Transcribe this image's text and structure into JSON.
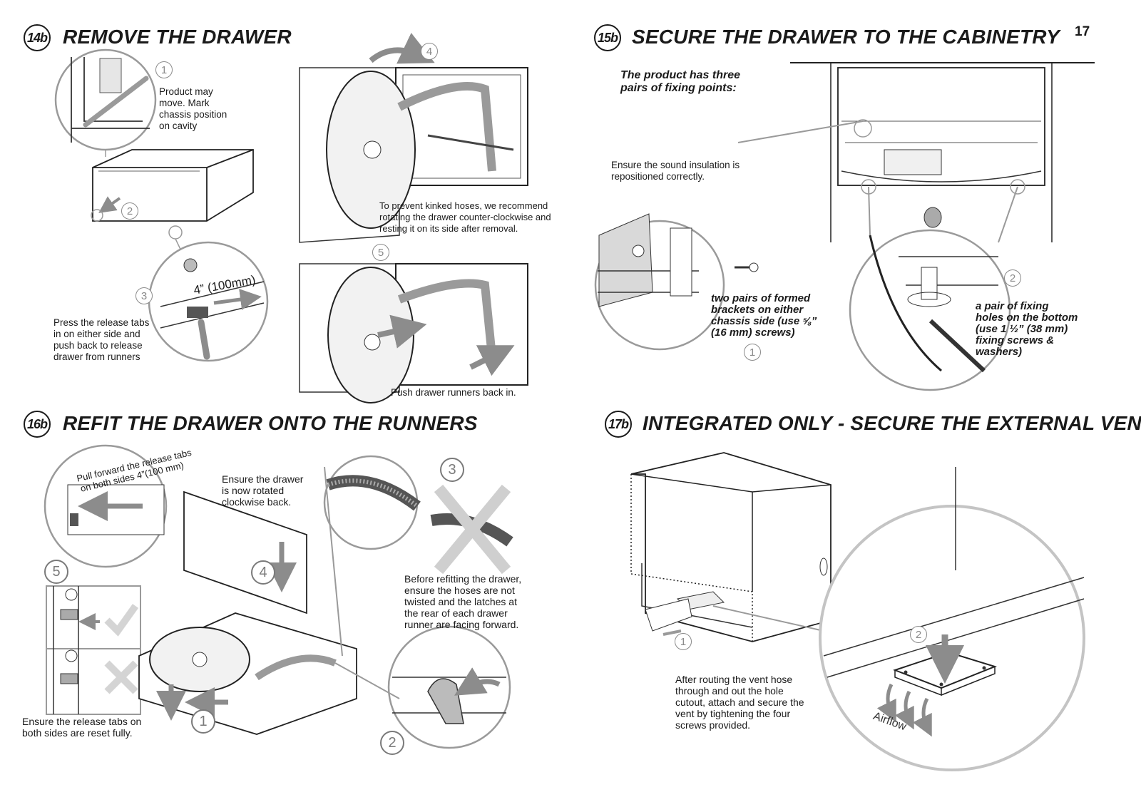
{
  "page_number": "17",
  "sections": {
    "s14": {
      "badge": "14b",
      "title": "REMOVE THE DRAWER",
      "note_move": "Product may\nmove. Mark\nchassis position\non cavity",
      "note_release": "Press the release tabs\nin on either side and\npush back to release\ndrawer from runners",
      "dimension": "4” (100mm)",
      "note_rotate": "To prevent kinked hoses, we recommend\nrotating the drawer counter-clockwise and\nresting it on its side after removal.",
      "note_push": "Push drawer runners back in.",
      "steps": [
        "1",
        "2",
        "3",
        "4",
        "5"
      ]
    },
    "s15": {
      "badge": "15b",
      "title": "SECURE THE DRAWER TO THE CABINETRY",
      "intro": "The product has three\npairs of fixing points:",
      "note_insulation": "Ensure the sound insulation is\nrepositioned correctly.",
      "note_brackets": "two pairs of formed\nbrackets on either\nchassis side (use ⅝”\n(16 mm) screws)",
      "note_holes": "a pair of fixing\nholes on the bottom\n(use 1 ½” (38 mm)\nfixing screws &\nwashers)",
      "steps": [
        "1",
        "2"
      ]
    },
    "s16": {
      "badge": "16b",
      "title": "REFIT THE DRAWER ONTO THE RUNNERS",
      "note_pull_line1": "Pull forward the release tabs",
      "note_pull_line2": "on both sides 4”(100 mm)",
      "note_rotated": "Ensure the drawer\nis now rotated\nclockwise back.",
      "note_hoses": "Before refitting the drawer,\nensure the hoses are not\ntwisted and the latches at\nthe rear of each drawer\nrunner are facing forward.",
      "note_reset": "Ensure the release tabs on\nboth sides are reset fully.",
      "steps": [
        "1",
        "2",
        "3",
        "4",
        "5"
      ]
    },
    "s17": {
      "badge": "17b",
      "title": "INTEGRATED ONLY - SECURE THE EXTERNAL VENT",
      "note_vent": "After routing the vent hose\nthrough and out the hole\ncutout, attach and secure the\nvent by tightening the four\nscrews provided.",
      "airflow": "Airflow",
      "steps": [
        "1",
        "2"
      ]
    }
  },
  "colors": {
    "ink": "#1a1a1a",
    "arrow_grey": "#8c8c8c",
    "shade": "#d9d9d9"
  }
}
